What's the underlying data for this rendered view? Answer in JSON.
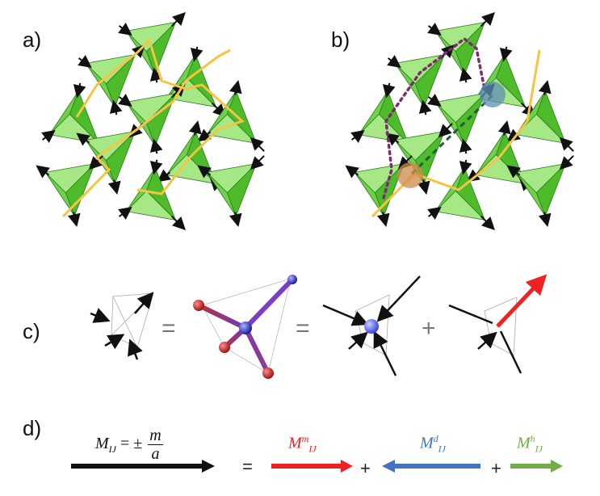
{
  "labels": {
    "a": "a)",
    "b": "b)",
    "c": "c)",
    "d": "d)"
  },
  "panel_c": {
    "equals_1": "=",
    "equals_2": "=",
    "plus": "+"
  },
  "panel_d": {
    "main": {
      "symbol": "M",
      "sub": "IJ",
      "rhs": "= ±",
      "num": "m",
      "den": "a"
    },
    "equals": "=",
    "plus_1": "+",
    "plus_2": "+",
    "terms": [
      {
        "symbol": "M",
        "sup": "m",
        "sub": "IJ",
        "color": "#ee2222"
      },
      {
        "symbol": "M",
        "sup": "d",
        "sub": "IJ",
        "color": "#4472c4"
      },
      {
        "symbol": "M",
        "sup": "h",
        "sub": "IJ",
        "color": "#70ad47"
      }
    ]
  },
  "colors": {
    "tetra_dark": "#4dbb2a",
    "tetra_light": "#a6e886",
    "path_orange": "#f5c542",
    "path_purple": "#7b2d6e",
    "path_green": "#1f5e3a",
    "arrow_black": "#111111"
  }
}
